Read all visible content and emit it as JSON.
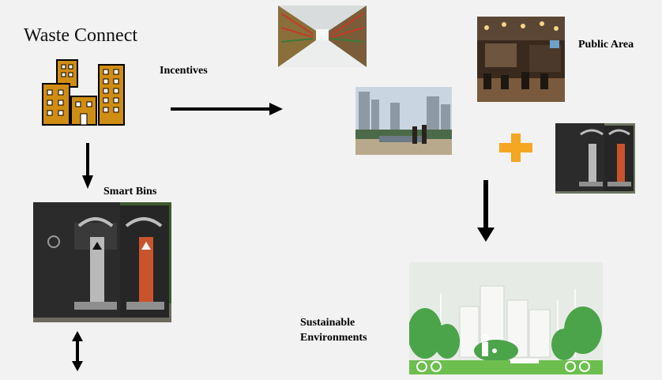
{
  "title": "Waste Connect",
  "labels": {
    "incentives": "Incentives",
    "public_area": "Public Area",
    "smart_bins": "Smart Bins",
    "sustainable_line1": "Sustainable",
    "sustainable_line2": "Environments"
  },
  "colors": {
    "background": "#f2f2f2",
    "building_icon": "#d08d14",
    "plus_sign": "#f5a623",
    "arrow": "#000000"
  },
  "icons": [
    "buildings-icon",
    "plus-icon"
  ]
}
